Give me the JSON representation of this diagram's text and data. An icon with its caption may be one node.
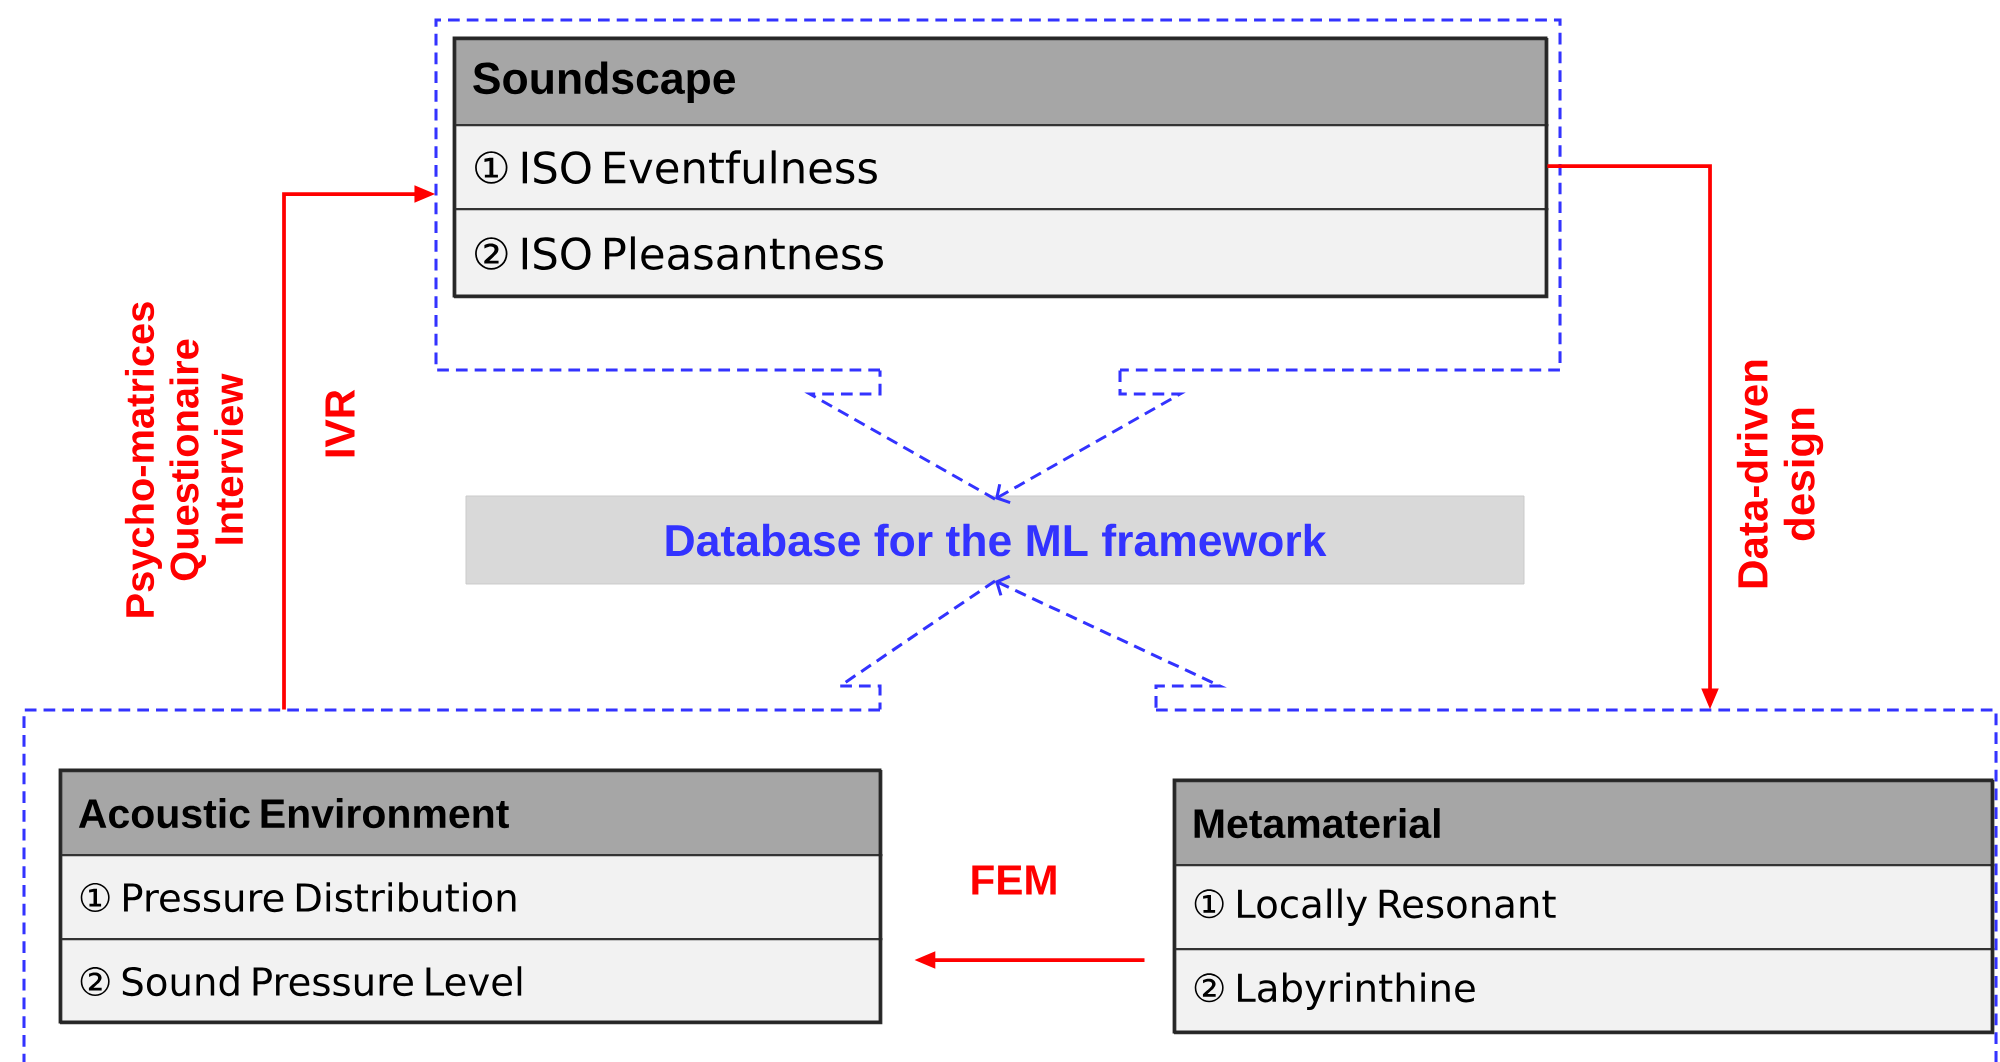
{
  "diagram": {
    "nodes": [
      {
        "text": [],
        "shape": "box"
      },
      {
        "text": [
          "Soundscape",
          "① ISO Eventfulness",
          "② ISO Pleasantness"
        ],
        "in": 0
      },
      {
        "text": [
          "Database for the ML framework"
        ]
      },
      {
        "text": [],
        "shape": "box"
      },
      {
        "text": [
          "Acoustic Environment",
          "① Pressure Distribution",
          "② Sound Pressure Level"
        ],
        "in": 3
      },
      {
        "text": [
          "Metamaterial",
          "① Locally Resonant",
          "② Labyrinthine"
        ],
        "in": 3
      }
    ],
    "edges": [
      {
        "from": 3,
        "to": 0,
        "arrow": "to",
        "label": "IVR",
        "color": "#ff0000"
      },
      {
        "from": 1,
        "to": 3,
        "arrow": "to",
        "label": "Data-driven design",
        "color": "#ff0000"
      },
      {
        "from": 5,
        "to": 4,
        "arrow": "to",
        "label": "FEM",
        "color": "#ff0000"
      },
      {
        "from": 0,
        "to": 2,
        "arrow": "to",
        "style": "dashed",
        "color": "#3333ff"
      },
      {
        "from": 3,
        "to": 2,
        "arrow": "to",
        "style": "dashed",
        "color": "#3333ff"
      }
    ],
    "labels": [
      "Psycho-matrices Questionaire Interview"
    ]
  }
}
